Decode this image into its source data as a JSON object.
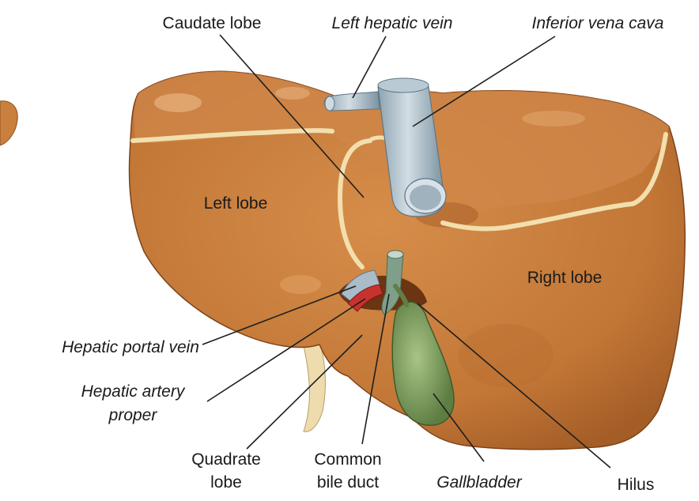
{
  "labels": {
    "caudate_lobe": "Caudate lobe",
    "left_hepatic_vein": "Left hepatic vein",
    "inferior_vena_cava": "Inferior vena cava",
    "left_lobe": "Left lobe",
    "right_lobe": "Right lobe",
    "hepatic_portal_vein": "Hepatic portal vein",
    "hepatic_artery_line1": "Hepatic artery",
    "hepatic_artery_line2": "proper",
    "quadrate_line1": "Quadrate",
    "quadrate_line2": "lobe",
    "common_bile_line1": "Common",
    "common_bile_line2": "bile duct",
    "gallbladder": "Gallbladder",
    "hilus": "Hilus"
  },
  "colors": {
    "liver": "#c9803f",
    "liver_dark": "#9a5522",
    "liver_light": "#e3a56a",
    "ligament": "#f2dfae",
    "vein": "#a9bcc8",
    "vein_dark": "#6f8795",
    "artery": "#c8322e",
    "gallbladder": "#7f9f5f",
    "gallbladder_dark": "#4f6b38",
    "text": "#1a1a1a"
  }
}
